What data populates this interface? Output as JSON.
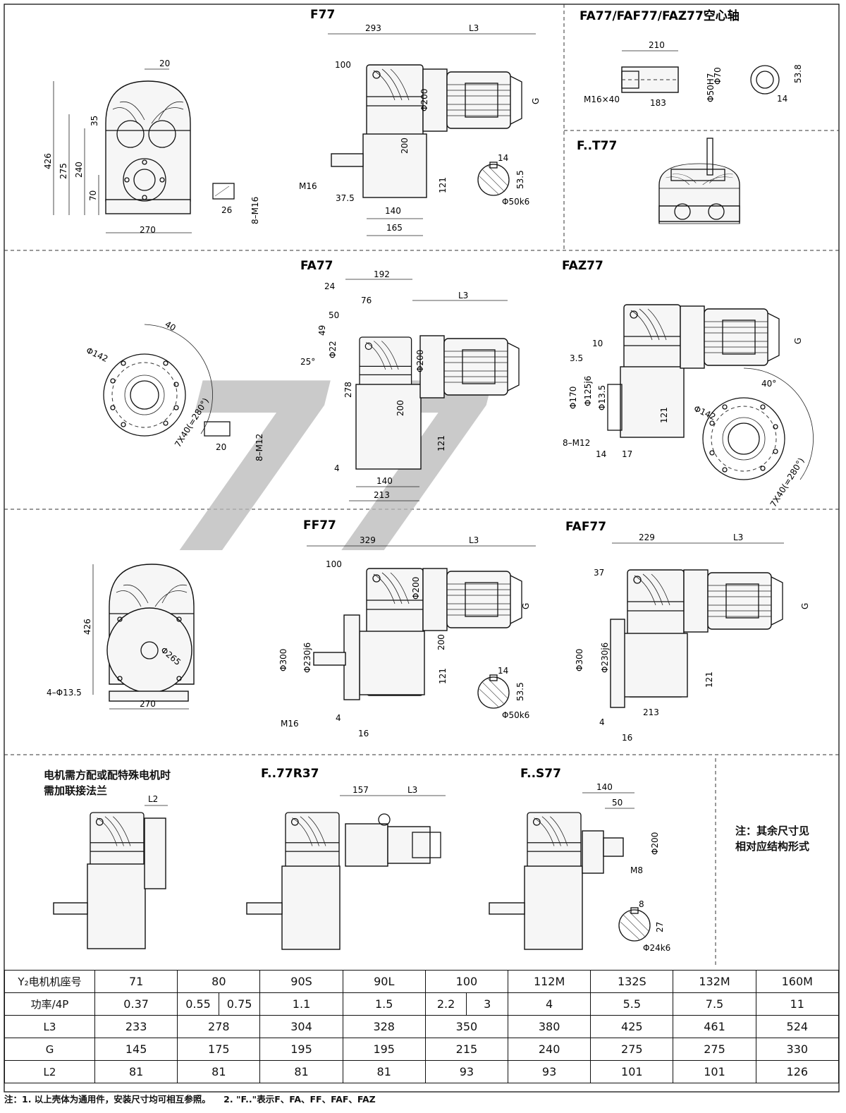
{
  "panels": {
    "f": {
      "title": "F77",
      "dims": [
        "20",
        "35",
        "426",
        "275",
        "240",
        "70",
        "270",
        "26",
        "8–M16",
        "293",
        "L3",
        "100",
        "Φ200",
        "G",
        "200",
        "121",
        "M16",
        "37.5",
        "140",
        "165",
        "14",
        "53.5",
        "Φ50k6"
      ]
    },
    "hollow": {
      "title": "FA77/FAF77/FAZ77空心轴",
      "dims": [
        "210",
        "M16×40",
        "183",
        "Φ50H7",
        "Φ70",
        "53.8",
        "14"
      ]
    },
    "ft": {
      "title": "F..T77"
    },
    "fa": {
      "title": "FA77",
      "dims": [
        "40",
        "Φ142",
        "7X40(=280°)",
        "20",
        "8–M12",
        "192",
        "24",
        "76",
        "L3",
        "50",
        "49",
        "Φ22",
        "25°",
        "Φ200",
        "278",
        "200",
        "121",
        "4",
        "140",
        "213"
      ]
    },
    "faz": {
      "title": "FAZ77",
      "dims": [
        "G",
        "10",
        "3.5",
        "Φ170",
        "Φ125j6",
        "Φ13.5",
        "8–M12",
        "121",
        "14",
        "17",
        "40°",
        "Φ142",
        "7X40(=280°)"
      ]
    },
    "ff": {
      "title": "FF77",
      "dims": [
        "426",
        "Φ265",
        "4–Φ13.5",
        "270",
        "329",
        "L3",
        "100",
        "Φ200",
        "G",
        "Φ300",
        "Φ230j6",
        "200",
        "121",
        "M16",
        "4",
        "16",
        "14",
        "53.5",
        "Φ50k6"
      ]
    },
    "faf": {
      "title": "FAF77",
      "dims": [
        "229",
        "L3",
        "37",
        "G",
        "Φ300",
        "Φ230j6",
        "121",
        "213",
        "4",
        "16"
      ]
    },
    "adapter": {
      "lines": [
        "电机需方配或配特殊电机时",
        "需加联接法兰"
      ],
      "dims": [
        "L2"
      ]
    },
    "fr": {
      "title": "F..77R37",
      "dims": [
        "157",
        "L3"
      ]
    },
    "fs": {
      "title": "F..S77",
      "dims": [
        "140",
        "50",
        "Φ200",
        "M8",
        "8",
        "27",
        "Φ24k6"
      ]
    },
    "note": {
      "lines": [
        "注：其余尺寸见",
        "相对应结构形式"
      ]
    }
  },
  "watermark": "77",
  "table": {
    "rows": [
      {
        "label": "Y₂电机机座号",
        "cells": [
          {
            "v": "71",
            "span": 2
          },
          {
            "v": "80",
            "span": 2
          },
          {
            "v": "90S",
            "span": 2
          },
          {
            "v": "90L",
            "span": 2
          },
          {
            "v": "100",
            "span": 2
          },
          {
            "v": "112M",
            "span": 2
          },
          {
            "v": "132S",
            "span": 2
          },
          {
            "v": "132M",
            "span": 2
          },
          {
            "v": "160M",
            "span": 2
          }
        ]
      },
      {
        "label": "功率/4P",
        "cells": [
          {
            "v": "0.37",
            "span": 2
          },
          {
            "v": "0.55",
            "span": 1
          },
          {
            "v": "0.75",
            "span": 1
          },
          {
            "v": "1.1",
            "span": 2
          },
          {
            "v": "1.5",
            "span": 2
          },
          {
            "v": "2.2",
            "span": 1
          },
          {
            "v": "3",
            "span": 1
          },
          {
            "v": "4",
            "span": 2
          },
          {
            "v": "5.5",
            "span": 2
          },
          {
            "v": "7.5",
            "span": 2
          },
          {
            "v": "11",
            "span": 2
          }
        ]
      },
      {
        "label": "L3",
        "cells": [
          {
            "v": "233",
            "span": 2
          },
          {
            "v": "278",
            "span": 2
          },
          {
            "v": "304",
            "span": 2
          },
          {
            "v": "328",
            "span": 2
          },
          {
            "v": "350",
            "span": 2
          },
          {
            "v": "380",
            "span": 2
          },
          {
            "v": "425",
            "span": 2
          },
          {
            "v": "461",
            "span": 2
          },
          {
            "v": "524",
            "span": 2
          }
        ]
      },
      {
        "label": "G",
        "cells": [
          {
            "v": "145",
            "span": 2
          },
          {
            "v": "175",
            "span": 2
          },
          {
            "v": "195",
            "span": 2
          },
          {
            "v": "195",
            "span": 2
          },
          {
            "v": "215",
            "span": 2
          },
          {
            "v": "240",
            "span": 2
          },
          {
            "v": "275",
            "span": 2
          },
          {
            "v": "275",
            "span": 2
          },
          {
            "v": "330",
            "span": 2
          }
        ]
      },
      {
        "label": "L2",
        "cells": [
          {
            "v": "81",
            "span": 2
          },
          {
            "v": "81",
            "span": 2
          },
          {
            "v": "81",
            "span": 2
          },
          {
            "v": "81",
            "span": 2
          },
          {
            "v": "93",
            "span": 2
          },
          {
            "v": "93",
            "span": 2
          },
          {
            "v": "101",
            "span": 2
          },
          {
            "v": "101",
            "span": 2
          },
          {
            "v": "126",
            "span": 2
          }
        ]
      }
    ]
  },
  "footnotes": [
    "注：1. 以上壳体为通用件，安装尺寸均可相互参照。",
    "2. \"F..\"表示F、FA、FF、FAF、FAZ"
  ]
}
